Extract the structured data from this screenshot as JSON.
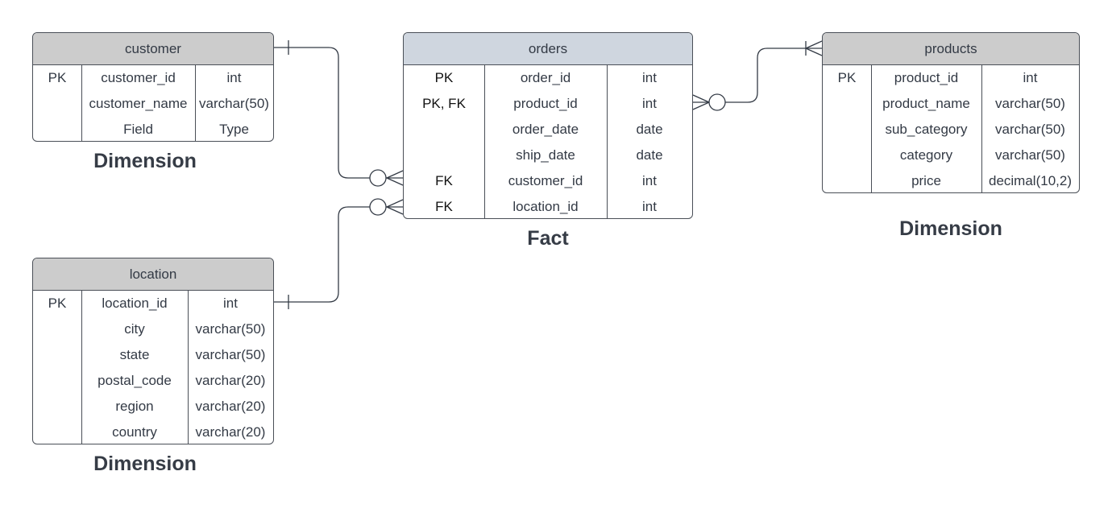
{
  "tables": {
    "customer": {
      "name": "customer",
      "rows": [
        {
          "key": "PK",
          "field": "customer_id",
          "type": "int"
        },
        {
          "key": "",
          "field": "customer_name",
          "type": "varchar(50)"
        },
        {
          "key": "",
          "field": "Field",
          "type": "Type"
        }
      ],
      "caption": "Dimension"
    },
    "orders": {
      "name": "orders",
      "rows": [
        {
          "key": "PK",
          "field": "order_id",
          "type": "int"
        },
        {
          "key": "PK, FK",
          "field": "product_id",
          "type": "int"
        },
        {
          "key": "",
          "field": "order_date",
          "type": "date"
        },
        {
          "key": "",
          "field": "ship_date",
          "type": "date"
        },
        {
          "key": "FK",
          "field": "customer_id",
          "type": "int"
        },
        {
          "key": "FK",
          "field": "location_id",
          "type": "int"
        }
      ],
      "caption": "Fact"
    },
    "products": {
      "name": "products",
      "rows": [
        {
          "key": "PK",
          "field": "product_id",
          "type": "int"
        },
        {
          "key": "",
          "field": "product_name",
          "type": "varchar(50)"
        },
        {
          "key": "",
          "field": "sub_category",
          "type": "varchar(50)"
        },
        {
          "key": "",
          "field": "category",
          "type": "varchar(50)"
        },
        {
          "key": "",
          "field": "price",
          "type": "decimal(10,2)"
        }
      ],
      "caption": "Dimension"
    },
    "location": {
      "name": "location",
      "rows": [
        {
          "key": "PK",
          "field": "location_id",
          "type": "int"
        },
        {
          "key": "",
          "field": "city",
          "type": "varchar(50)"
        },
        {
          "key": "",
          "field": "state",
          "type": "varchar(50)"
        },
        {
          "key": "",
          "field": "postal_code",
          "type": "varchar(20)"
        },
        {
          "key": "",
          "field": "region",
          "type": "varchar(20)"
        },
        {
          "key": "",
          "field": "country",
          "type": "varchar(20)"
        }
      ],
      "caption": "Dimension"
    }
  },
  "colors": {
    "header_gray": "#cccccc",
    "header_blue": "#cfd6df",
    "line": "#333a45"
  },
  "relationships": [
    {
      "from": "customer.customer_id",
      "to": "orders.customer_id",
      "from_end": "one",
      "to_end": "zero-or-many"
    },
    {
      "from": "location.location_id",
      "to": "orders.location_id",
      "from_end": "one",
      "to_end": "zero-or-many"
    },
    {
      "from": "products.product_id",
      "to": "orders.product_id",
      "from_end": "one-or-many",
      "to_end": "zero-or-many"
    }
  ]
}
